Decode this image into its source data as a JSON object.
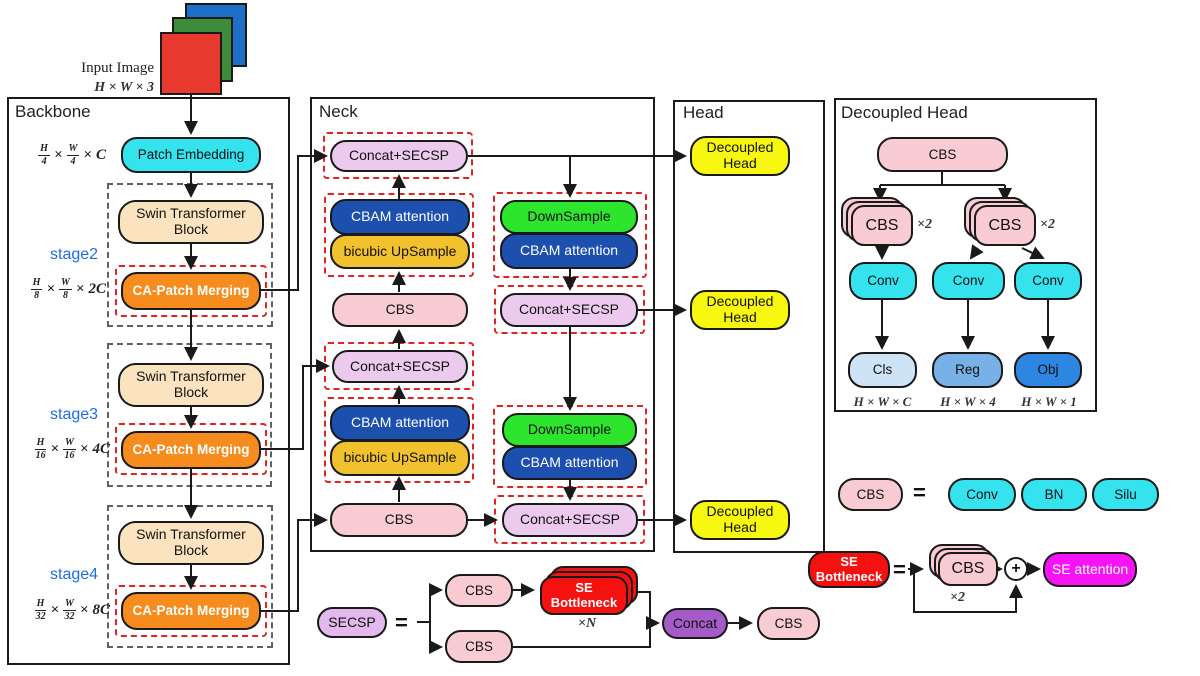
{
  "palette": {
    "cyan": "#35e3ee",
    "peach": "#fbe3c0",
    "orange": "#f68b1e",
    "stage_blue": "#1d6eea",
    "pink": "#f9ccd4",
    "lavender": "#eccaee",
    "dark_blue": "#1d4fae",
    "gold": "#f2c12e",
    "green": "#2de52d",
    "yellow": "#f7f70f",
    "light_purple": "#e3b8ec",
    "red": "#f61111",
    "magenta": "#f614f6",
    "purple": "#a55cc8",
    "cls_blue": "#cfe3f7",
    "reg_blue": "#77b1e8",
    "obj_blue": "#2d87e2",
    "img_red": "#e8392f",
    "img_green": "#3c8c3c",
    "img_blue": "#1d6fc8",
    "dash_red": "#e32222"
  },
  "input_image": {
    "label": "Input Image",
    "dim": "H × W × 3"
  },
  "backbone": {
    "title": "Backbone",
    "patch_embedding": "Patch Embedding",
    "swin_block": "Swin Transformer Block",
    "ca_patch_merging": "CA-Patch Merging",
    "dim_stage1": {
      "f1t": "H",
      "f1b": "4",
      "x1": "×",
      "f2t": "W",
      "f2b": "4",
      "x2": "×",
      "tail": "C"
    },
    "stage2": {
      "label": "stage2",
      "dim": {
        "f1t": "H",
        "f1b": "8",
        "x1": "×",
        "f2t": "W",
        "f2b": "8",
        "x2": "×",
        "tail": "2C"
      }
    },
    "stage3": {
      "label": "stage3",
      "dim": {
        "f1t": "H",
        "f1b": "16",
        "x1": "×",
        "f2t": "W",
        "f2b": "16",
        "x2": "×",
        "tail": "4C"
      }
    },
    "stage4": {
      "label": "stage4",
      "dim": {
        "f1t": "H",
        "f1b": "32",
        "x1": "×",
        "f2t": "W",
        "f2b": "32",
        "x2": "×",
        "tail": "8C"
      }
    }
  },
  "neck": {
    "title": "Neck",
    "concat_secsp": "Concat+SECSP",
    "cbam_attention": "CBAM attention",
    "bicubic_upsample": "bicubic UpSample",
    "cbs": "CBS",
    "downsample": "DownSample"
  },
  "head": {
    "title": "Head",
    "decoupled_head": "Decoupled Head"
  },
  "decoupled_head": {
    "title": "Decoupled Head",
    "cbs": "CBS",
    "x2": "×2",
    "conv": "Conv",
    "cls": "Cls",
    "reg": "Reg",
    "obj": "Obj",
    "dim_cls": "H × W × C",
    "dim_reg": "H × W × 4",
    "dim_obj": "H × W × 1"
  },
  "legend_cbs": {
    "cbs": "CBS",
    "equals": "=",
    "conv": "Conv",
    "bn": "BN",
    "silu": "Silu"
  },
  "legend_secsp": {
    "secsp": "SECSP",
    "equals": "=",
    "cbs": "CBS",
    "se_bottleneck": "SE Bottleneck",
    "xn": "×N",
    "concat": "Concat"
  },
  "legend_se_bottleneck": {
    "se_bottleneck": "SE Bottleneck",
    "equals": "=",
    "cbs": "CBS",
    "x2": "×2",
    "plus": "+",
    "se_attention": "SE attention"
  }
}
